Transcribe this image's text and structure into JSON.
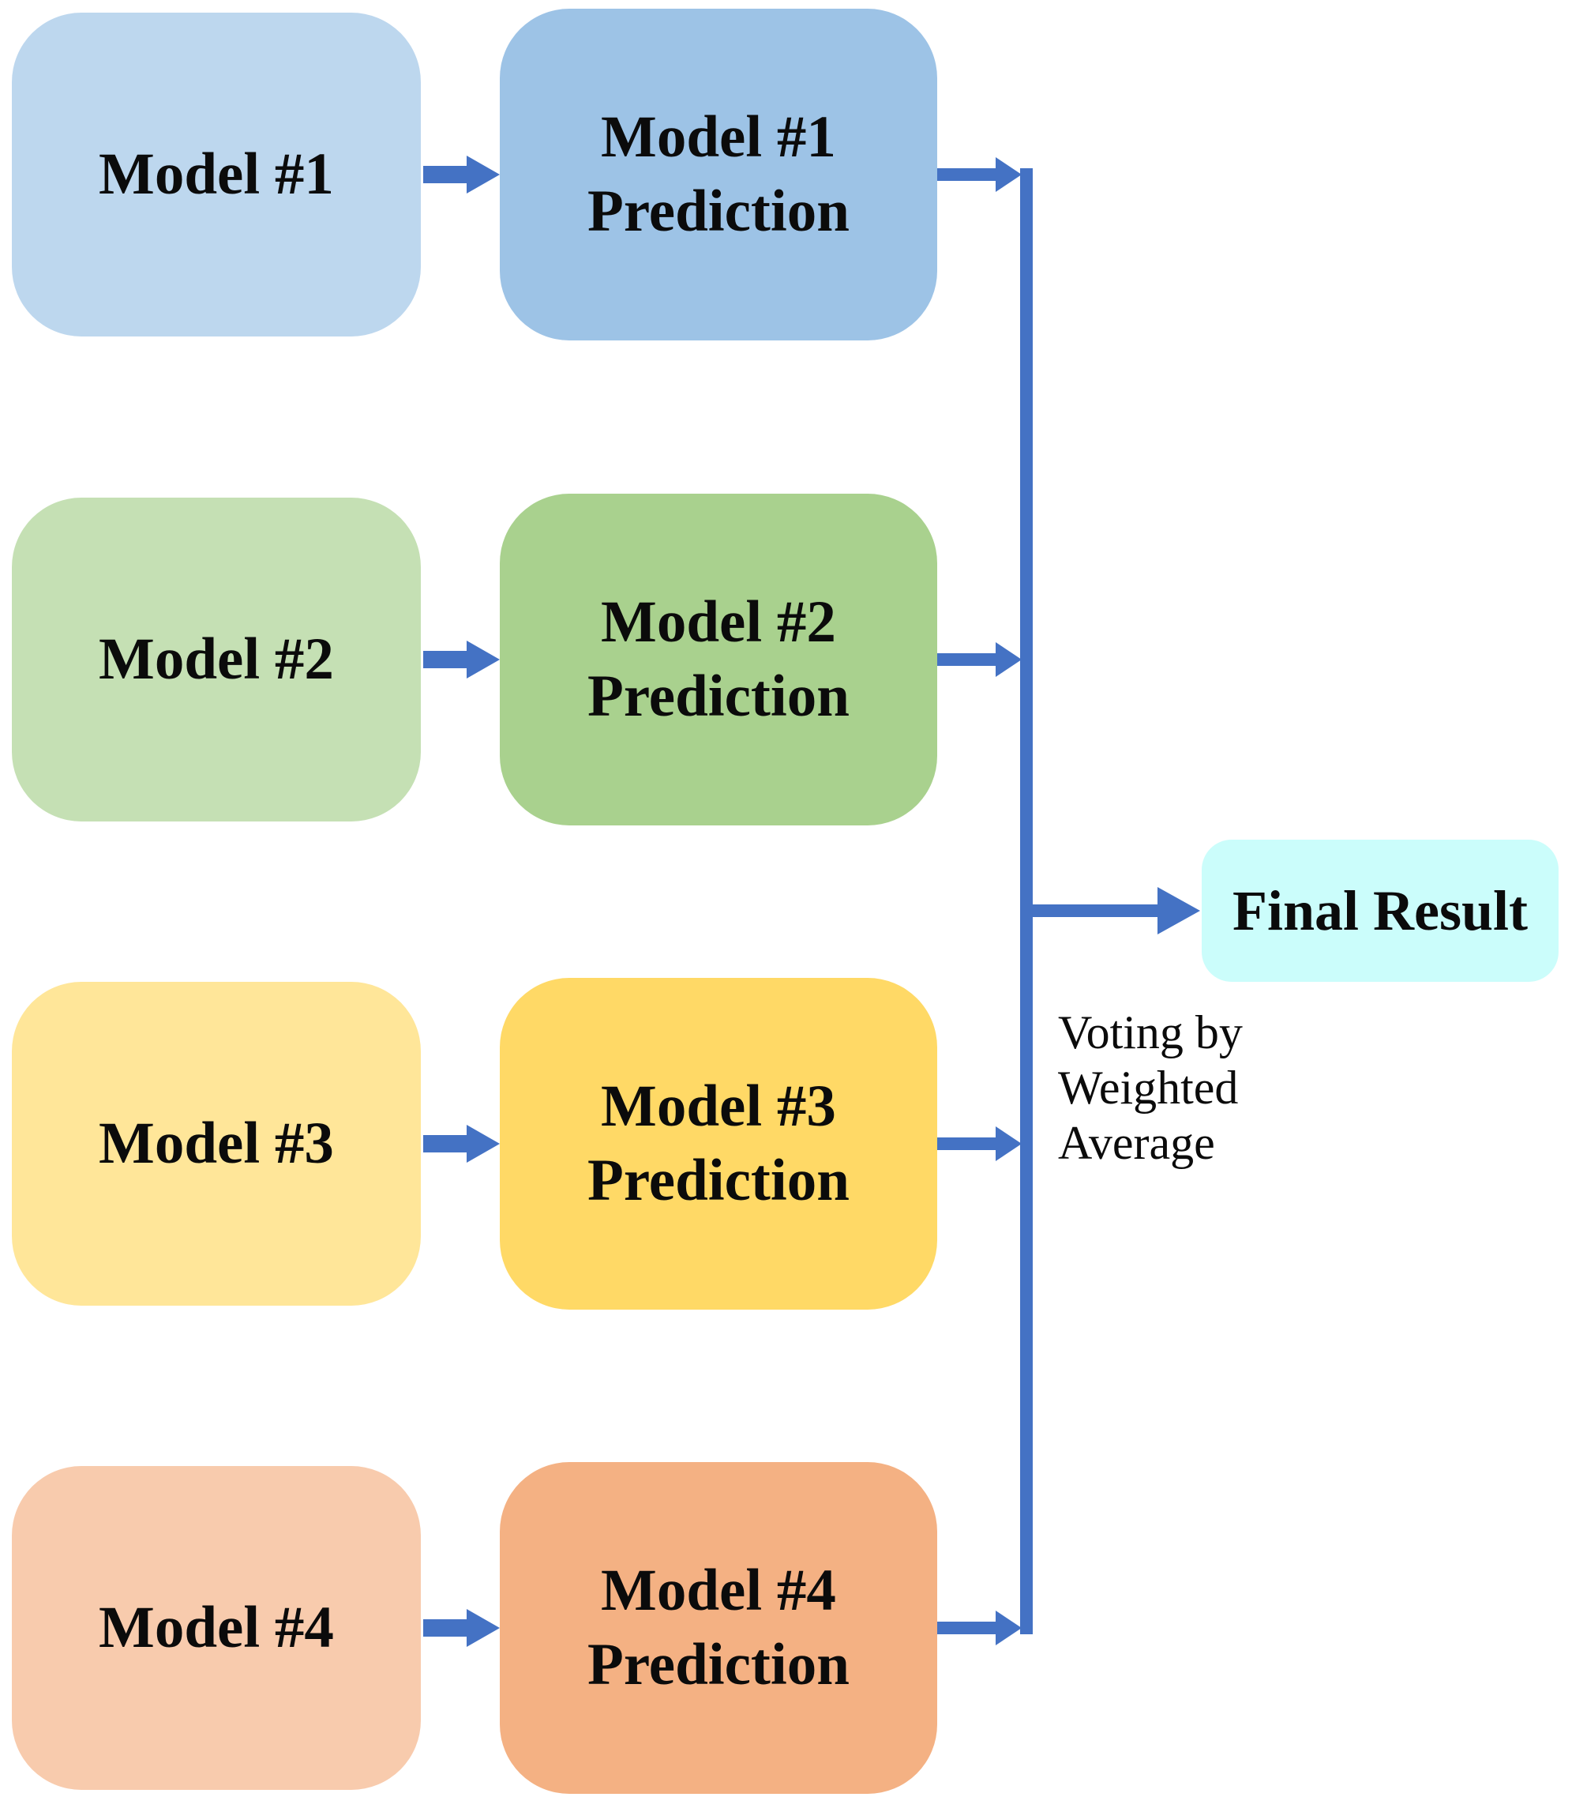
{
  "diagram": {
    "title_semantic": "Ensemble voting flow diagram",
    "background_color": "#FFFFFF",
    "arrow_color": "#4472C4",
    "text_color": "#0B0B0B",
    "rows": [
      {
        "model_label": "Model #1",
        "prediction_label": "Model #1\nPrediction",
        "model_color": "#BDD7EE",
        "prediction_color": "#9DC3E6"
      },
      {
        "model_label": "Model #2",
        "prediction_label": "Model #2\nPrediction",
        "model_color": "#C5E0B4",
        "prediction_color": "#A9D18E"
      },
      {
        "model_label": "Model #3",
        "prediction_label": "Model #3\nPrediction",
        "model_color": "#FFE699",
        "prediction_color": "#FFD966"
      },
      {
        "model_label": "Model #4",
        "prediction_label": "Model #4\nPrediction",
        "model_color": "#F8CBAD",
        "prediction_color": "#F4B183"
      }
    ],
    "final_result": {
      "label": "Final Result",
      "color": "#CBFDFB"
    },
    "annotation": {
      "text": "Voting by\nWeighted\nAverage"
    }
  }
}
